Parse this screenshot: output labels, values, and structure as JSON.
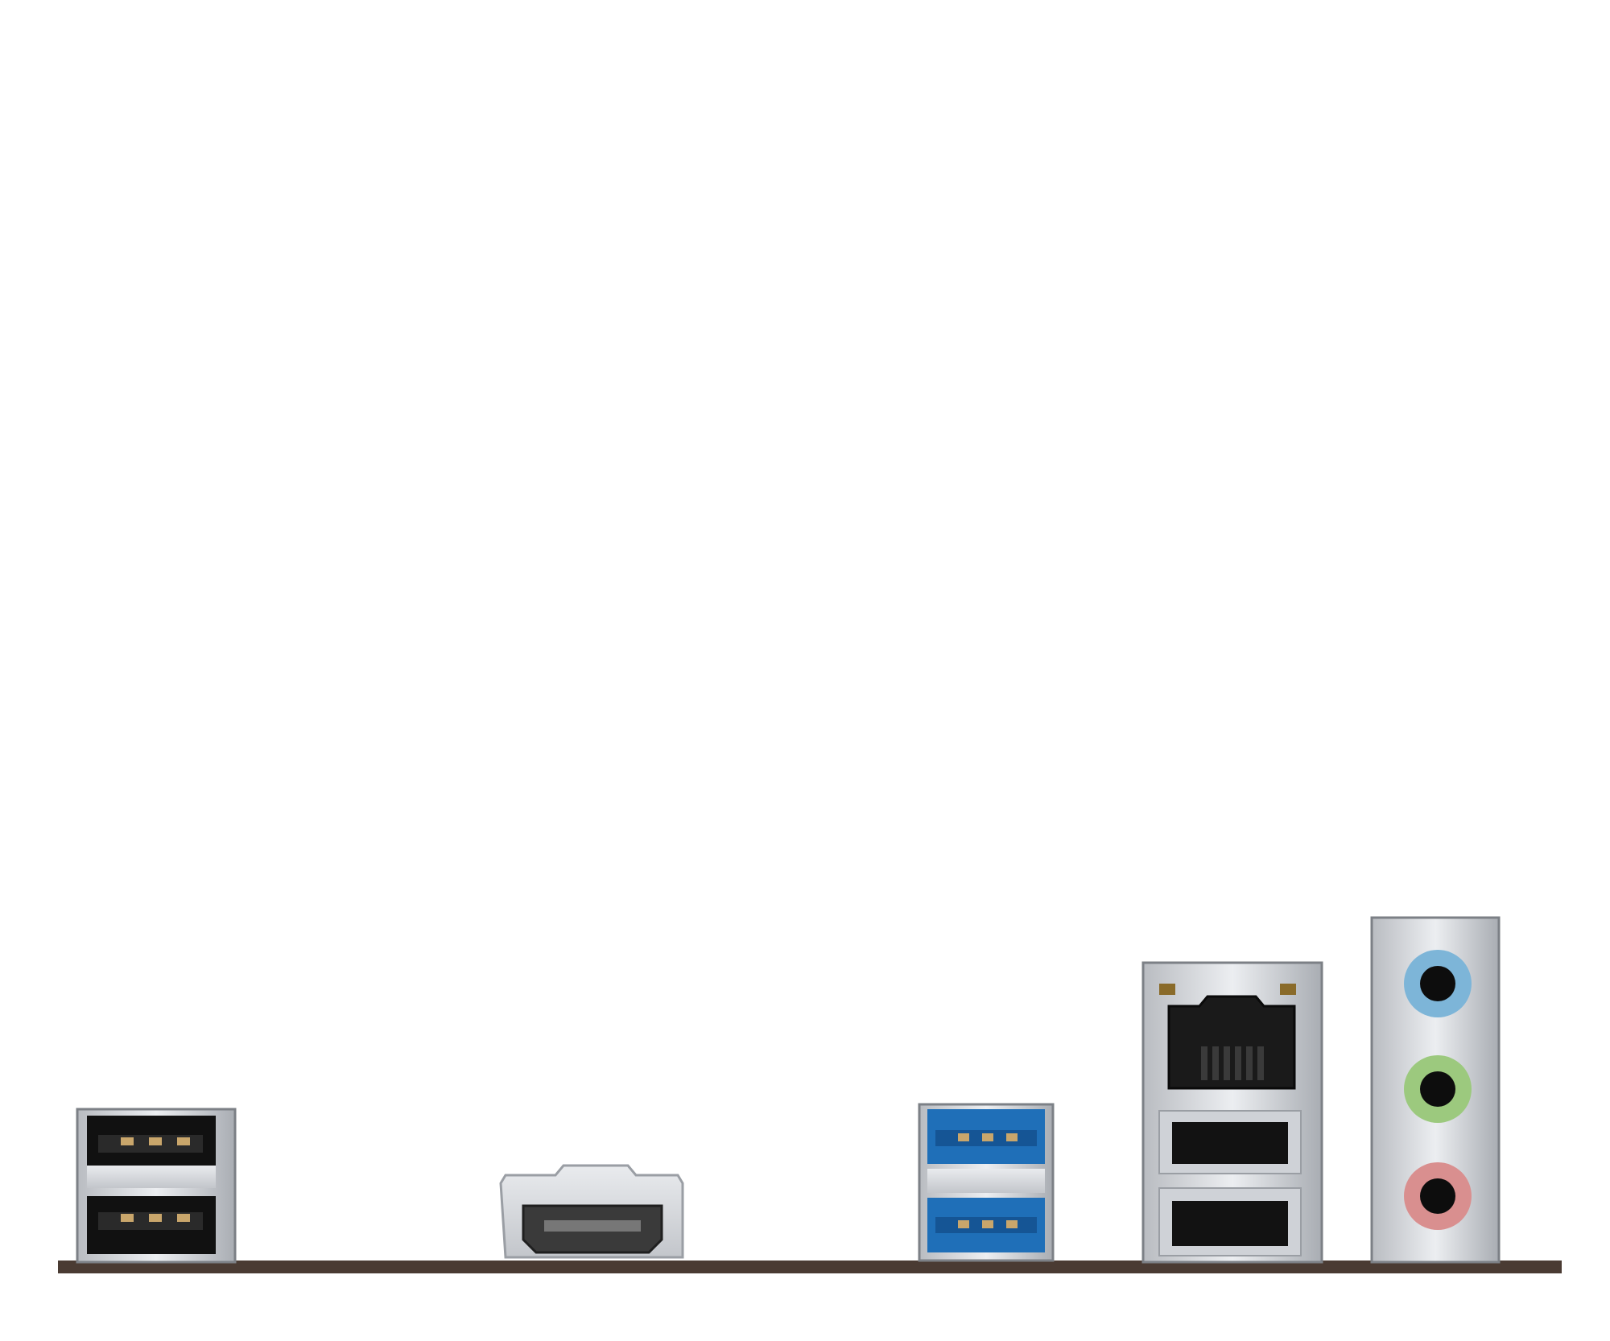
{
  "scene": {
    "background": "#ffffff",
    "board_color": "#4a3b33",
    "ports": [
      {
        "kind": "usb2-dual",
        "count": 2,
        "insert_color": "#2a2a2a"
      },
      {
        "kind": "hdmi",
        "count": 1
      },
      {
        "kind": "usb3-dual",
        "count": 2,
        "insert_color": "#1f6fb8"
      },
      {
        "kind": "rj45-usb-combo",
        "rj45": 1,
        "usb": 2,
        "insert_color": "#2a2a2a"
      },
      {
        "kind": "audio-jacks",
        "count": 3,
        "colors": [
          "#7db5d8",
          "#9cc97e",
          "#d98f8f"
        ]
      }
    ]
  }
}
